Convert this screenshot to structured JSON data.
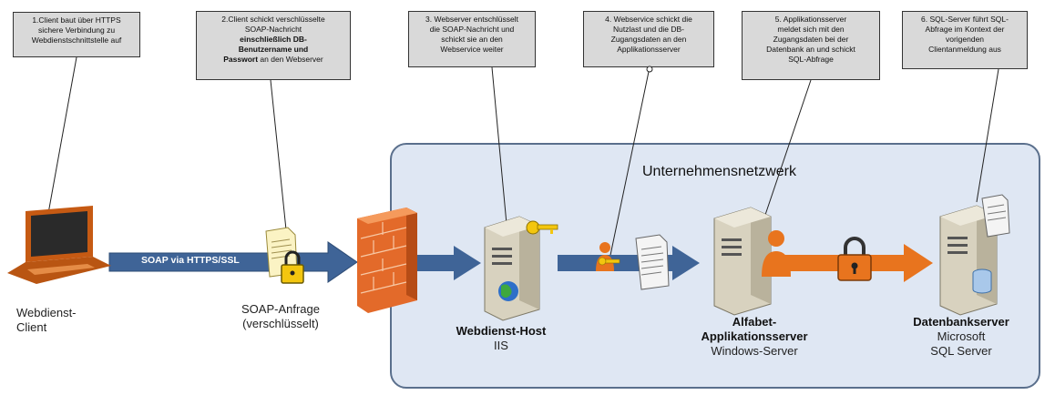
{
  "callouts": [
    {
      "lines": [
        "1.Client baut über HTTPS",
        "sichere Verbindung zu",
        "Webdienstschnittstelle auf"
      ]
    },
    {
      "lines": [
        "2.Client schickt verschlüsselte",
        "SOAP-Nachricht"
      ],
      "bold_lines": [
        "einschließlich DB-",
        "Benutzername und"
      ],
      "last_bold": "Passwort",
      "last_rest": " an den  Webserver"
    },
    {
      "lines": [
        "3. Webserver entschlüsselt",
        "die SOAP-Nachricht und",
        "schickt sie an den",
        "Webservice weiter"
      ]
    },
    {
      "lines": [
        "4. Webservice schickt die",
        "Nutzlast und die DB-",
        "Zugangsdaten an den",
        "Applikationsserver"
      ]
    },
    {
      "lines": [
        "5. Applikationsserver",
        "meldet sich mit den",
        "Zugangsdaten bei der",
        "Datenbank an und schickt",
        "SQL-Abfrage"
      ]
    },
    {
      "lines": [
        "6. SQL-Server führt SQL-",
        "Abfrage im Kontext der",
        "vorigenden",
        "Clientanmeldung aus"
      ]
    }
  ],
  "network_label": "Unternehmensnetzwerk",
  "arrow_label": "SOAP via HTTPS/SSL",
  "nodes": {
    "client": {
      "line1": "Webdienst-",
      "line2": "Client"
    },
    "soap_request": {
      "line1": "SOAP-Anfrage",
      "line2": "(verschlüsselt)"
    },
    "web_host": {
      "title": "Webdienst-Host",
      "sub": "IIS"
    },
    "app_server": {
      "title1": "Alfabet-",
      "title2": "Applikationsserver",
      "sub": "Windows-Server"
    },
    "db_server": {
      "title": "Datenbankserver",
      "sub1": "Microsoft",
      "sub2": "SQL Server"
    }
  },
  "colors": {
    "callout_bg": "#d9d9d9",
    "network_bg": "#dfe7f3",
    "blue_arrow": "#3f6497",
    "orange_arrow": "#e8741e",
    "firewall": "#e36a2a"
  },
  "icons": [
    "laptop-icon",
    "document-lock-icon",
    "firewall-icon",
    "server-key-globe-icon",
    "key-person-icon",
    "document-icon",
    "server-person-icon",
    "padlock-icon",
    "server-database-icon"
  ]
}
